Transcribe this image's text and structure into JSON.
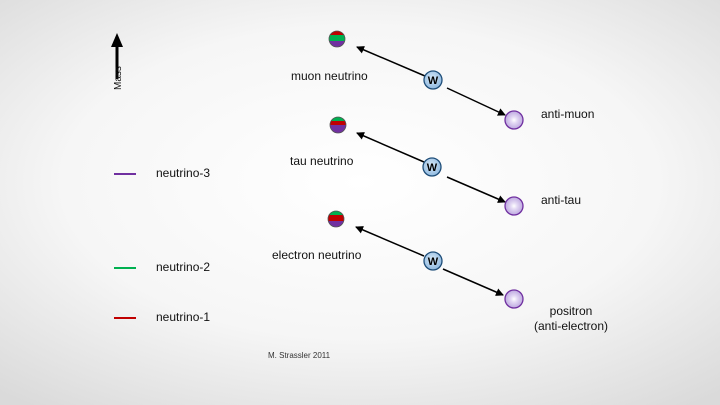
{
  "legend": [
    {
      "label": "neutrino-3",
      "color": "#7030a0"
    },
    {
      "label": "neutrino-2",
      "color": "#00b050"
    },
    {
      "label": "neutrino-1",
      "color": "#c00000"
    }
  ],
  "axis": {
    "label": "Mass"
  },
  "rows": [
    {
      "neutrino": "muon neutrino",
      "boson": "W",
      "lepton": "anti-muon"
    },
    {
      "neutrino": "tau neutrino",
      "boson": "W",
      "lepton": "anti-tau"
    },
    {
      "neutrino": "electron neutrino",
      "boson": "W",
      "lepton_line1": "positron",
      "lepton_line2": "(anti-electron)"
    }
  ],
  "credit": "M. Strassler 2011",
  "colors": {
    "boson_fill": "#9dc3e6",
    "boson_stroke": "#1f4e79",
    "lepton_fill": "#c8b8e8",
    "lepton_stroke": "#7030a0",
    "arrow": "#000000"
  }
}
